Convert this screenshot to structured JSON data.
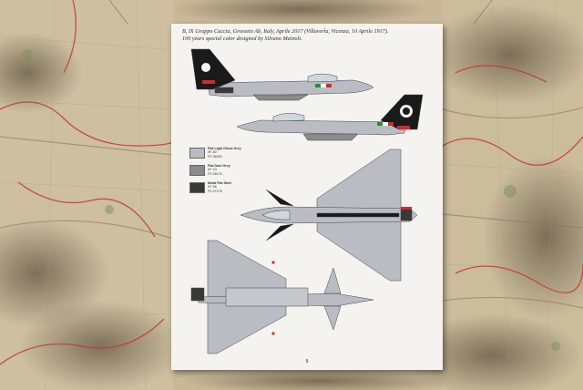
{
  "photo": {
    "subject": "instruction-sheet-page-on-map",
    "background_colors": {
      "map_base": "#c9b99a",
      "map_shadow": "#5b4a36",
      "route_red": "#c23a2e",
      "paper": "#f4f3ef"
    }
  },
  "sheet": {
    "caption_line1": "B, IX Gruppo Caccia, Grosseto Ab, Italy, Aprile 2017 (Villaverla, Vicenza, 10 Aprile 1917).",
    "caption_line2": "100 years special color designed by Silvano Mainoli.",
    "page_number": "9",
    "swatches": [
      {
        "name": "Flat Light Ghost Grey",
        "code1": "XF-80",
        "code2": "FS 36300",
        "color": "#b9bdc3"
      },
      {
        "name": "Flat Dark Grey",
        "code1": "XF-24",
        "code2": "FS 36176",
        "color": "#8a8b8c"
      },
      {
        "name": "Metal Flat Steel",
        "code1": "XF-56",
        "code2": "FS 37178",
        "color": "#3a3934"
      }
    ],
    "views": {
      "left_side": "aircraft-left-profile",
      "right_side": "aircraft-right-profile",
      "top": "aircraft-top-view",
      "bottom": "aircraft-bottom-view"
    },
    "tail_markings": "black-fin-with-eagle-emblem",
    "tricolour": [
      "#2e8b3a",
      "#ffffff",
      "#d22b2b"
    ]
  }
}
